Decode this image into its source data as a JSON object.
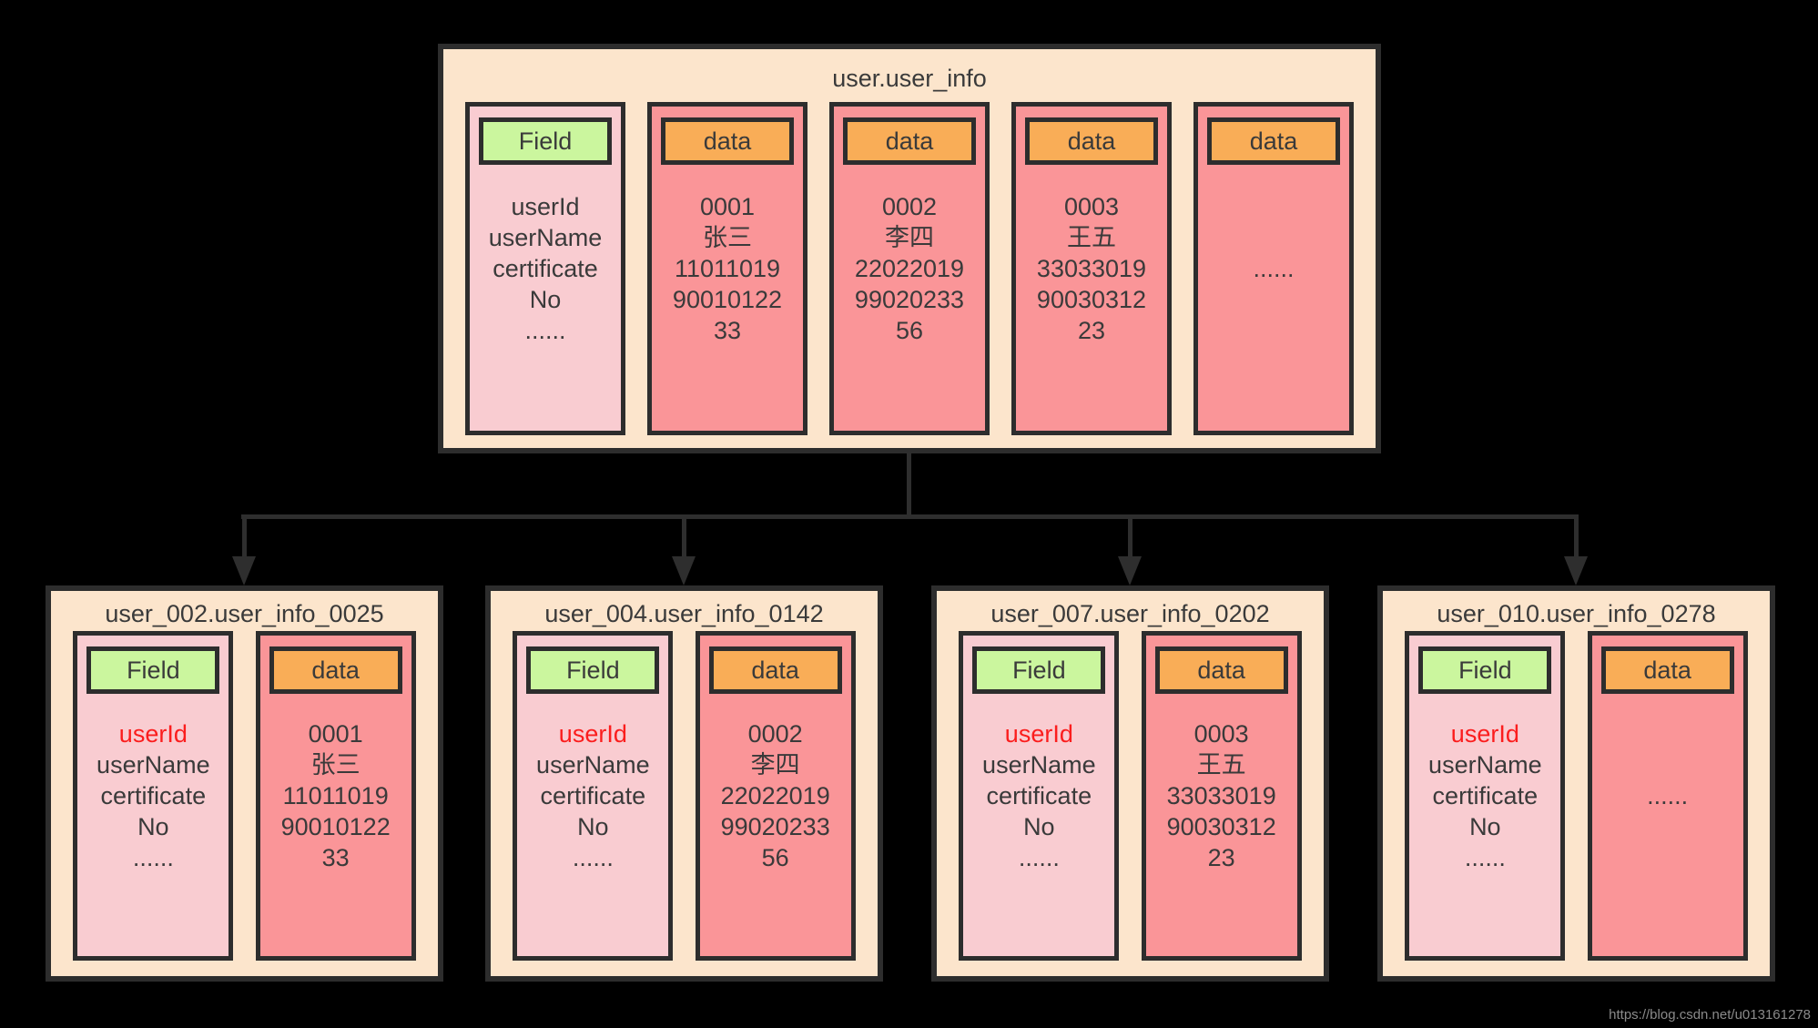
{
  "colors": {
    "page_background": "#000000",
    "box_background": "#fce5cc",
    "field_column_background": "#f9ccd1",
    "data_column_background": "#fa9598",
    "field_header_background": "#cbf69e",
    "data_header_background": "#f9ad57",
    "border": "#2d2d2d",
    "text": "#3a3a3a",
    "key_field_highlight": "#fb1d1d"
  },
  "main_table": {
    "title": "user.user_info",
    "field_column": {
      "header": "Field",
      "fields": "userId\nuserName\ncertificate\nNo\n......"
    },
    "data_columns": [
      {
        "header": "data",
        "values": "0001\n张三\n11011019\n90010122\n33"
      },
      {
        "header": "data",
        "values": "0002\n李四\n22022019\n99020233\n56"
      },
      {
        "header": "data",
        "values": "0003\n王五\n33033019\n90030312\n23"
      },
      {
        "header": "data",
        "values": "......"
      }
    ]
  },
  "shards": [
    {
      "title": "user_002.user_info_0025",
      "field_column": {
        "header": "Field",
        "key_field": "userId",
        "other_fields": "userName\ncertificate\nNo\n......"
      },
      "data_column": {
        "header": "data",
        "values": "0001\n张三\n11011019\n90010122\n33"
      }
    },
    {
      "title": "user_004.user_info_0142",
      "field_column": {
        "header": "Field",
        "key_field": "userId",
        "other_fields": "userName\ncertificate\nNo\n......"
      },
      "data_column": {
        "header": "data",
        "values": "0002\n李四\n22022019\n99020233\n56"
      }
    },
    {
      "title": "user_007.user_info_0202",
      "field_column": {
        "header": "Field",
        "key_field": "userId",
        "other_fields": "userName\ncertificate\nNo\n......"
      },
      "data_column": {
        "header": "data",
        "values": "0003\n王五\n33033019\n90030312\n23"
      }
    },
    {
      "title": "user_010.user_info_0278",
      "field_column": {
        "header": "Field",
        "key_field": "userId",
        "other_fields": "userName\ncertificate\nNo\n......"
      },
      "data_column": {
        "header": "data",
        "values": "......"
      }
    }
  ],
  "watermark": "https://blog.csdn.net/u013161278"
}
